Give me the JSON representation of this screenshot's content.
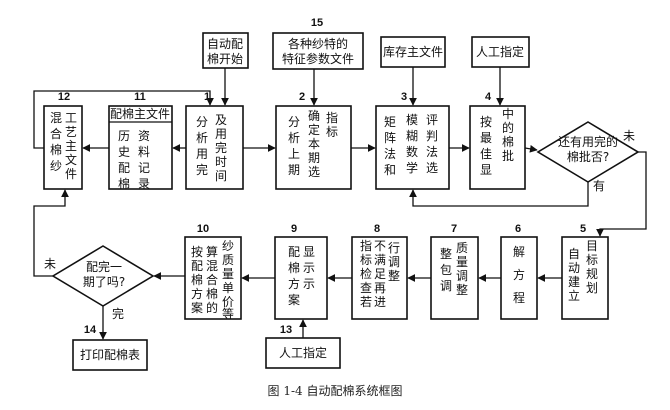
{
  "header_fragment": "",
  "caption": "图 1-4    自动配棉系统框图",
  "nodes": {
    "auto_start": {
      "line1": "自动配",
      "line2": "棉开始"
    },
    "yarn_params": {
      "num": "15",
      "line1": "各种纱特的",
      "line2": "特征参数文件"
    },
    "inventory": {
      "label": "库存主文件"
    },
    "manual_top": {
      "label": "人工指定"
    },
    "process_file": {
      "num": "12",
      "c1_1": "混",
      "c1_2": "合",
      "c1_3": "棉",
      "c1_4": "纱",
      "c2_1": "工",
      "c2_2": "艺",
      "c2_3": "主",
      "c2_4": "文",
      "c2_5": "件"
    },
    "history": {
      "num": "11",
      "header": "配棉主文件",
      "c1_1": "历",
      "c1_2": "史",
      "c1_3": "配",
      "c1_4": "棉",
      "c2_1": "资",
      "c2_2": "料",
      "c2_3": "记",
      "c2_4": "录"
    },
    "analyze_time": {
      "num": "1",
      "c1_1": "分",
      "c1_2": "析",
      "c1_3": "用",
      "c1_4": "完",
      "c2_1": "及",
      "c2_2": "用",
      "c2_3": "完",
      "c2_4": "时",
      "c2_5": "间"
    },
    "select_period": {
      "num": "2",
      "c1_1": "分",
      "c1_2": "析",
      "c1_3": "上",
      "c1_4": "期",
      "c2_1": "确",
      "c2_2": "定",
      "c2_3": "本",
      "c2_4": "期",
      "c2_5": "选",
      "c3_1": "指",
      "c3_2": "标"
    },
    "fuzzy_eval": {
      "num": "3",
      "c1_1": "矩",
      "c1_2": "阵",
      "c1_3": "法",
      "c1_4": "和",
      "c2_1": "模",
      "c2_2": "糊",
      "c2_3": "数",
      "c2_4": "学",
      "c3_1": "评",
      "c3_2": "判",
      "c3_3": "法",
      "c3_4": "选"
    },
    "best_batch": {
      "num": "4",
      "c1_1": "按",
      "c1_2": "最",
      "c1_3": "佳",
      "c1_4": "显",
      "c2_1": "中",
      "c2_2": "的",
      "c2_3": "棉",
      "c2_4": "批"
    },
    "decision_remaining": {
      "line1": "还有用完的",
      "line2": "棉批否?",
      "no": "未",
      "yes": "有"
    },
    "build_model": {
      "num": "5",
      "c1_1": "自",
      "c1_2": "动",
      "c1_3": "建",
      "c1_4": "立",
      "c2_1": "目",
      "c2_2": "标",
      "c2_3": "规",
      "c2_4": "划"
    },
    "solve": {
      "num": "6",
      "c1": "解",
      "c2": "方",
      "c3": "程"
    },
    "quality_adjust": {
      "num": "7",
      "c1_1": "整",
      "c1_2": "包",
      "c1_3": "调",
      "c2_1": "质",
      "c2_2": "量",
      "c2_3": "调",
      "c2_4": "整"
    },
    "check_adjust": {
      "num": "8",
      "c1_1": "指",
      "c1_2": "标",
      "c1_3": "检",
      "c1_4": "查",
      "c1_5": "若",
      "c2_1": "不",
      "c2_2": "满",
      "c2_3": "足",
      "c2_4": "再",
      "c2_5": "进",
      "c3_1": "行",
      "c3_2": "调",
      "c3_3": "整"
    },
    "plan_display": {
      "num": "9",
      "c1_1": "配",
      "c1_2": "棉",
      "c1_3": "方",
      "c1_4": "案",
      "c2_1": "显",
      "c2_2": "示",
      "c2_3": "示"
    },
    "calc_cost": {
      "num": "10",
      "c1_1": "按",
      "c1_2": "配",
      "c1_3": "棉",
      "c1_4": "方",
      "c1_5": "案",
      "c2_1": "算",
      "c2_2": "混",
      "c2_3": "合",
      "c2_4": "棉",
      "c2_5": "的",
      "c3_1": "纱",
      "c3_2": "质",
      "c3_3": "量",
      "c3_4": "单",
      "c3_5": "价",
      "c3_6": "等"
    },
    "decision_period": {
      "line1": "配完一",
      "line2": "期了吗?",
      "no": "未",
      "yes": "完"
    },
    "manual_bottom": {
      "num": "13",
      "label": "人工指定"
    },
    "print_table": {
      "num": "14",
      "label": "打印配棉表"
    }
  }
}
